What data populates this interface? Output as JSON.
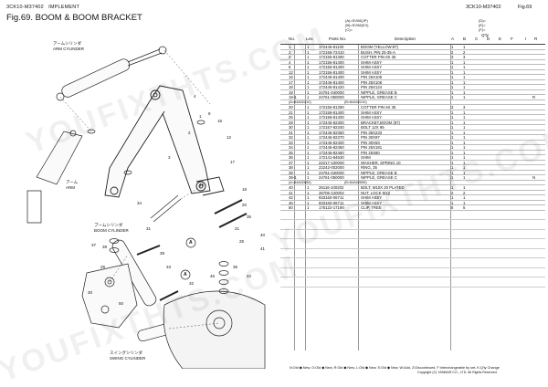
{
  "header": {
    "code": "3CK10-M37402",
    "category": "IMPLEMENT",
    "title": "Fig.69.  BOOM & BOOM BRACKET",
    "code_right": "3CK10-M37402",
    "fig_right": "Fig.69"
  },
  "model_notes": {
    "a": "(A)=SV08(JP)",
    "b": "(B)=SV08(EX)",
    "c": "(C)=",
    "d": "(D)=",
    "e": "(E)=",
    "f": "(F)="
  },
  "columns": {
    "no": "No.",
    "lev": "Lev.",
    "parts_no": "Parts No.",
    "description": "Description",
    "qty": "Q'ty",
    "q_a": "A",
    "q_b": "B",
    "q_c": "C",
    "q_d": "D",
    "q_e": "E",
    "q_f": "F",
    "i": "I",
    "r": "R"
  },
  "rows": [
    {
      "no": "1",
      "lev": "1",
      "part": "172446-81100",
      "desc": "BOOM    (YELLOW:87)",
      "q1": "1",
      "q2": "1",
      "rem": ""
    },
    {
      "no": "2",
      "lev": "1",
      "part": "172156-72410",
      "desc": "BUSH, PIN 25-35-A",
      "q1": "2",
      "q2": "2",
      "rem": ""
    },
    {
      "no": "3",
      "lev": "1",
      "part": "172155-81390",
      "desc": "COTTER PIN 6X 35",
      "q1": "3",
      "q2": "3",
      "rem": ""
    },
    {
      "no": "4",
      "lev": "1",
      "part": "172156-81400",
      "desc": "SHIM ASSY",
      "q1": "1",
      "q2": "1",
      "rem": ""
    },
    {
      "no": "8",
      "lev": "1",
      "part": "172156-81400",
      "desc": "SHIM ASSY",
      "q1": "1",
      "q2": "1",
      "rem": ""
    },
    {
      "no": "12",
      "lev": "1",
      "part": "172156-81400",
      "desc": "SHIM ASSY",
      "q1": "1",
      "q2": "1",
      "rem": ""
    },
    {
      "no": "16",
      "lev": "1",
      "part": "172446-81400",
      "desc": "PIN 25X106",
      "q1": "1",
      "q2": "1",
      "rem": ""
    },
    {
      "no": "17",
      "lev": "1",
      "part": "172446-81400",
      "desc": "PIN 25X106",
      "q1": "1",
      "q2": "1",
      "rem": ""
    },
    {
      "no": "18",
      "lev": "1",
      "part": "172446-81420",
      "desc": "PIN 25X124",
      "q1": "1",
      "q2": "1",
      "rem": ""
    },
    {
      "no": "19",
      "lev": "1",
      "part": "24761-040000",
      "desc": "NIPPLE, GREASE B",
      "q1": "1",
      "q2": "1",
      "rem": ""
    },
    {
      "no": "19-1",
      "lev": "1",
      "part": "24761-050000",
      "desc": "NIPPLE, GREASE C",
      "q1": "1",
      "q2": "1",
      "rem": "R"
    }
  ],
  "sub1": {
    "left": "(A=84A02210)",
    "right": "(B=84A02210)"
  },
  "rows2": [
    {
      "no": "20",
      "lev": "1",
      "part": "172155-81390",
      "desc": "COTTER PIN 6X 35",
      "q1": "3",
      "q2": "3",
      "rem": ""
    },
    {
      "no": "21",
      "lev": "1",
      "part": "172158-81400",
      "desc": "SHIM ASSY",
      "q1": "1",
      "q2": "1",
      "rem": ""
    },
    {
      "no": "25",
      "lev": "1",
      "part": "172158-81400",
      "desc": "SHIM ASSY",
      "q1": "1",
      "q2": "1",
      "rem": ""
    },
    {
      "no": "29",
      "lev": "1",
      "part": "172446-82300",
      "desc": "BRACKET,BOOM    (87)",
      "q1": "1",
      "q2": "1",
      "rem": ""
    },
    {
      "no": "30",
      "lev": "1",
      "part": "172157-82340",
      "desc": "BOLT 12X 95",
      "q1": "1",
      "q2": "1",
      "rem": ""
    },
    {
      "no": "31",
      "lev": "1",
      "part": "172446-82350",
      "desc": "PIN 35X233",
      "q1": "1",
      "q2": "1",
      "rem": ""
    },
    {
      "no": "32",
      "lev": "1",
      "part": "172446-82370",
      "desc": "PIN 30X97",
      "q1": "1",
      "q2": "1",
      "rem": ""
    },
    {
      "no": "33",
      "lev": "1",
      "part": "172446-82400",
      "desc": "PIN 30X93",
      "q1": "1",
      "q2": "1",
      "rem": ""
    },
    {
      "no": "34",
      "lev": "1",
      "part": "172446-82450",
      "desc": "PIN 25X181",
      "q1": "1",
      "q2": "1",
      "rem": ""
    },
    {
      "no": "35",
      "lev": "1",
      "part": "172446-82460",
      "desc": "PIN 25X80",
      "q1": "1",
      "q2": "1",
      "rem": ""
    },
    {
      "no": "36",
      "lev": "1",
      "part": "172141-84630",
      "desc": "SHIM",
      "q1": "1",
      "q2": "1",
      "rem": ""
    },
    {
      "no": "37",
      "lev": "1",
      "part": "22217-100000",
      "desc": "WASHER, SPRING 10",
      "q1": "1",
      "q2": "1",
      "rem": ""
    },
    {
      "no": "38",
      "lev": "1",
      "part": "22242-002000",
      "desc": "RING, 35",
      "q1": "1",
      "q2": "1",
      "rem": ""
    },
    {
      "no": "39",
      "lev": "1",
      "part": "24761-040000",
      "desc": "NIPPLE, GREASE B",
      "q1": "1",
      "q2": "1",
      "rem": ""
    },
    {
      "no": "39-1",
      "lev": "1",
      "part": "24761-050000",
      "desc": "NIPPLE, GREASE C",
      "q1": "1",
      "q2": "1",
      "rem": "N"
    }
  ],
  "sub2": {
    "left": "(A=84A02655)",
    "right": "(B=84A02655)"
  },
  "rows3": [
    {
      "no": "40",
      "lev": "1",
      "part": "26116-100202",
      "desc": "BOLT, M10X 20 PLATED",
      "q1": "1",
      "q2": "1",
      "rem": ""
    },
    {
      "no": "41",
      "lev": "1",
      "part": "26706-120002",
      "desc": "NUT, LOCK M12",
      "q1": "2",
      "q2": "2",
      "rem": ""
    },
    {
      "no": "42",
      "lev": "1",
      "part": "933160-06711",
      "desc": "SHIM ASSY",
      "q1": "1",
      "q2": "1",
      "rem": ""
    },
    {
      "no": "46",
      "lev": "1",
      "part": "933160-06711",
      "desc": "SHIM ASSY",
      "q1": "1",
      "q2": "1",
      "rem": ""
    },
    {
      "no": "50",
      "lev": "1",
      "part": "175122-17190",
      "desc": "CLIP, TREE",
      "q1": "5",
      "q2": "5",
      "rem": ""
    }
  ],
  "footer": {
    "legend": "N:Old ◆ New, O:Old ◆ New, R:Old ◆ New, L:Old ◆ New, S:Old ◆ New, W:Add, Z:Discontinued, F:Interchangeable by set, K:Q'ty Change",
    "copyright": "Copyright (C)  YANMAR CO., LTD. All Rights Reserved."
  },
  "drawing_labels": {
    "arm_cyl_jp": "アームシリンダ",
    "arm_cyl_en": "ARM CYLINDER",
    "arm_jp": "アーム",
    "arm_en": "ARM",
    "boom_cyl_jp": "ブームシリンダ",
    "boom_cyl_en": "BOOM CYLINDER",
    "swing_cyl_jp": "スイングシリンダ",
    "swing_cyl_en": "SWING CYLINDER",
    "callout_a": "A",
    "callouts": [
      "1",
      "2",
      "3",
      "4",
      "8",
      "12",
      "16",
      "17",
      "18",
      "19",
      "20",
      "21",
      "25",
      "29",
      "30",
      "31",
      "32",
      "33",
      "34",
      "35",
      "36",
      "37",
      "38",
      "39",
      "40",
      "41",
      "42",
      "46",
      "50"
    ]
  },
  "watermark": "YOUFIXTHTS.COM"
}
